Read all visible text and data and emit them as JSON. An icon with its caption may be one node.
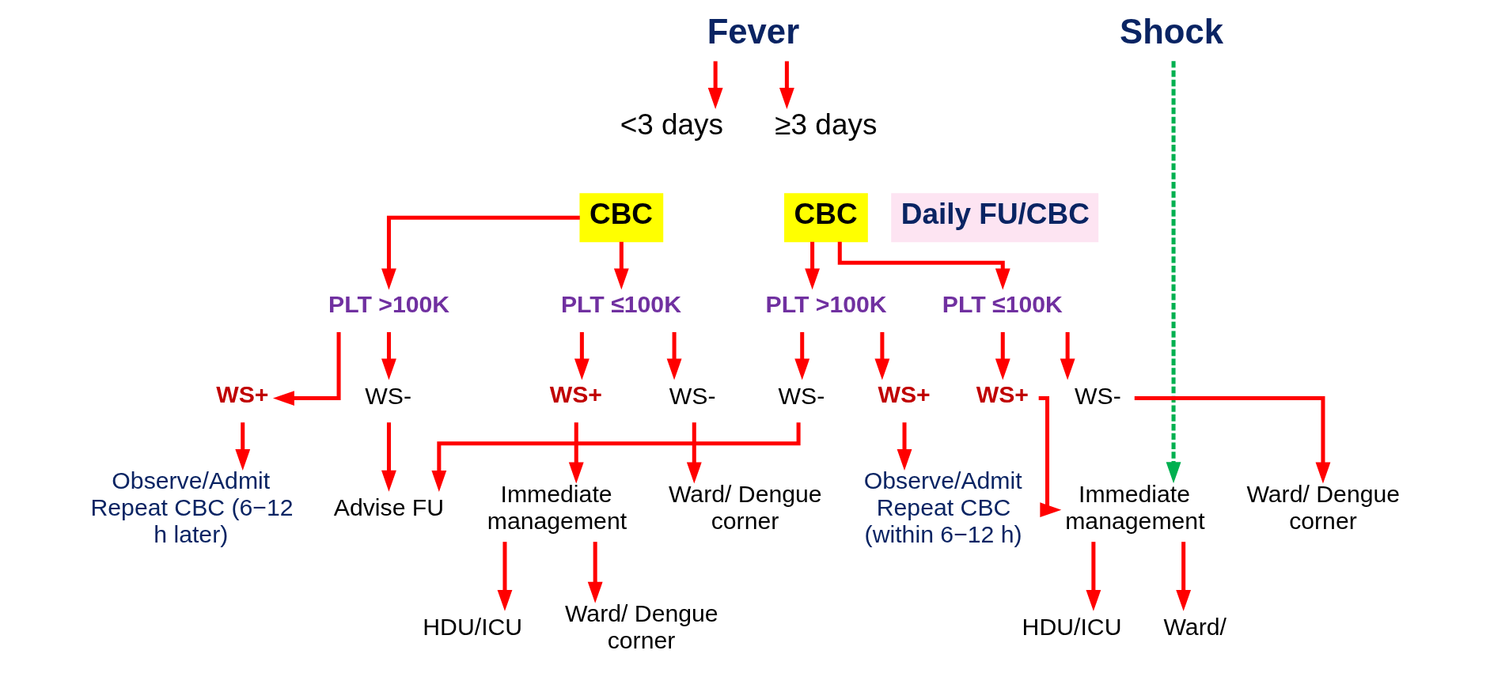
{
  "diagram": {
    "nodes": [
      {
        "text": [
          "Fever"
        ]
      },
      {
        "text": [
          "Shock"
        ]
      },
      {
        "text": [
          "<3 days"
        ]
      },
      {
        "text": [
          "CBC"
        ]
      },
      {
        "text": [
          "≥3 days"
        ]
      },
      {
        "text": [
          "CBC"
        ]
      },
      {
        "text": [
          "Daily FU/CBC"
        ]
      },
      {
        "text": [
          "PLT >100K"
        ]
      },
      {
        "text": [
          "PLT ≤100K"
        ]
      },
      {
        "text": [
          "WS+"
        ]
      },
      {
        "text": [
          "WS-"
        ]
      },
      {
        "text": [
          "WS+"
        ]
      },
      {
        "text": [
          "WS-"
        ]
      },
      {
        "text": [
          "Observe/Admit Repeat CBC (6−12 h later)"
        ]
      },
      {
        "text": [
          "Advise FU"
        ]
      },
      {
        "text": [
          "Immediate management"
        ]
      },
      {
        "text": [
          "Ward/ Dengue corner"
        ]
      },
      {
        "text": [
          "HDU/ICU"
        ]
      },
      {
        "text": [
          "Ward/ Dengue corner"
        ]
      },
      {
        "text": [
          "PLT >100K"
        ]
      },
      {
        "text": [
          "PLT ≤100K"
        ]
      },
      {
        "text": [
          "WS+"
        ]
      },
      {
        "text": [
          "WS-"
        ]
      },
      {
        "text": [
          "WS+"
        ]
      },
      {
        "text": [
          "WS-"
        ]
      },
      {
        "text": [
          "Observe/Admit Repeat CBC (within 6−12 h)"
        ]
      },
      {
        "text": [
          "Immediate management"
        ]
      },
      {
        "text": [
          "Ward/ Dengue corner"
        ]
      },
      {
        "text": [
          "HDU/ICU"
        ]
      },
      {
        "text": [
          "Ward/"
        ]
      }
    ],
    "edges": [
      {
        "from": 0,
        "to": 2,
        "arrow": "to"
      },
      {
        "from": 0,
        "to": 4,
        "arrow": "to"
      },
      {
        "from": 3,
        "to": 7,
        "arrow": "to"
      },
      {
        "from": 3,
        "to": 8,
        "arrow": "to"
      },
      {
        "from": 7,
        "to": 9,
        "arrow": "to"
      },
      {
        "from": 7,
        "to": 10,
        "arrow": "to"
      },
      {
        "from": 8,
        "to": 11,
        "arrow": "to"
      },
      {
        "from": 8,
        "to": 12,
        "arrow": "to"
      },
      {
        "from": 9,
        "to": 13,
        "arrow": "to"
      },
      {
        "from": 10,
        "to": 14,
        "arrow": "to"
      },
      {
        "from": 11,
        "to": 15,
        "arrow": "to"
      },
      {
        "from": 12,
        "to": 16,
        "arrow": "to"
      },
      {
        "from": 15,
        "to": 17,
        "arrow": "to"
      },
      {
        "from": 15,
        "to": 18,
        "arrow": "to"
      },
      {
        "from": 5,
        "to": 19,
        "arrow": "to"
      },
      {
        "from": 5,
        "to": 20,
        "arrow": "to"
      },
      {
        "from": 19,
        "to": 21,
        "arrow": "to"
      },
      {
        "from": 19,
        "to": 22,
        "arrow": "to"
      },
      {
        "from": 20,
        "to": 23,
        "arrow": "to"
      },
      {
        "from": 20,
        "to": 24,
        "arrow": "to"
      },
      {
        "from": 21,
        "to": 25,
        "arrow": "to"
      },
      {
        "from": 23,
        "to": 26,
        "arrow": "to"
      },
      {
        "from": 24,
        "to": 27,
        "arrow": "to"
      },
      {
        "from": 26,
        "to": 28,
        "arrow": "to"
      },
      {
        "from": 26,
        "to": 29,
        "arrow": "to"
      },
      {
        "from": 22,
        "to": 14,
        "arrow": "to"
      },
      {
        "from": 1,
        "to": 26,
        "arrow": "to",
        "style": "dashed",
        "color": "#00b050"
      }
    ]
  }
}
